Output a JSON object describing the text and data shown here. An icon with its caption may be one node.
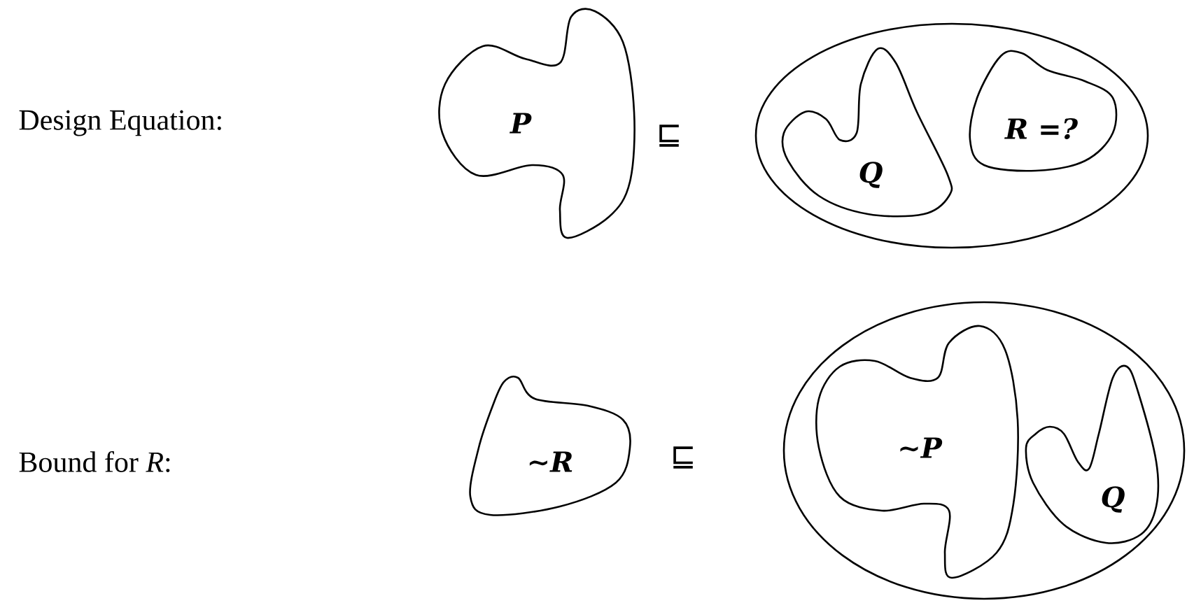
{
  "diagram": {
    "nodes": [
      {
        "text": [
          "P"
        ]
      },
      {
        "text": [],
        "shape": "circle"
      },
      {
        "text": [
          "Q"
        ],
        "in": 1
      },
      {
        "text": [
          "R =?"
        ],
        "in": 1
      },
      {
        "text": [
          "∼R"
        ]
      },
      {
        "text": [],
        "shape": "circle"
      },
      {
        "text": [
          "∼P"
        ],
        "in": 5
      },
      {
        "text": [
          "Q"
        ],
        "in": 5
      }
    ],
    "labels": [
      "Design Equation:",
      "⊑",
      "Bound for *R*:",
      "⊑"
    ]
  }
}
